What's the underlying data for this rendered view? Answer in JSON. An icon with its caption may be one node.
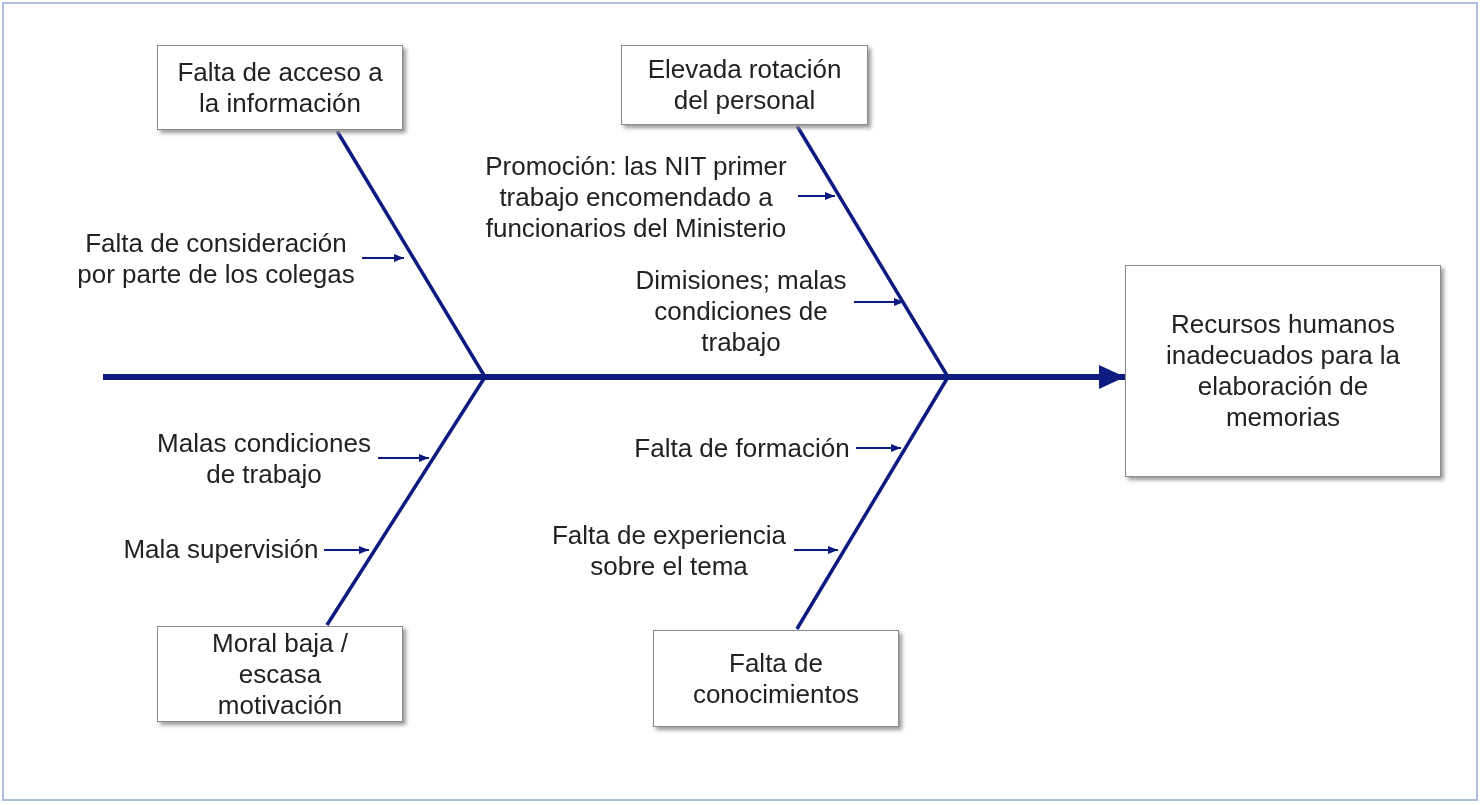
{
  "diagram": {
    "nodes": [
      {
        "text": [
          "Falta de acceso a la información"
        ]
      },
      {
        "text": [
          "Elevada rotación del personal"
        ]
      },
      {
        "text": [
          "Recursos humanos inadecuados para la elaboración de memorias"
        ]
      },
      {
        "text": [
          "Moral baja / escasa motivación"
        ]
      },
      {
        "text": [
          "Falta de conocimientos"
        ]
      },
      {
        "text": [
          "Falta de consideración por parte de los colegas"
        ]
      },
      {
        "text": [
          "Promoción: las NIT primer trabajo encomendado a funcionarios del Ministerio"
        ]
      },
      {
        "text": [
          "Dimisiones; malas condiciones de trabajo"
        ]
      },
      {
        "text": [
          "Malas condiciones de trabajo"
        ]
      },
      {
        "text": [
          "Mala supervisión"
        ]
      },
      {
        "text": [
          "Falta de formación"
        ]
      },
      {
        "text": [
          "Falta de experiencia sobre el tema"
        ]
      }
    ],
    "edges": [
      {
        "from": null,
        "to": 2,
        "arrow": "to",
        "style": "thick"
      },
      {
        "from": 0,
        "to": null,
        "arrow": "none"
      },
      {
        "from": 1,
        "to": null,
        "arrow": "none"
      },
      {
        "from": 3,
        "to": null,
        "arrow": "none"
      },
      {
        "from": 4,
        "to": null,
        "arrow": "none"
      },
      {
        "from": 5,
        "to": null,
        "arrow": "to"
      },
      {
        "from": 6,
        "to": null,
        "arrow": "to"
      },
      {
        "from": 7,
        "to": null,
        "arrow": "to"
      },
      {
        "from": 8,
        "to": null,
        "arrow": "to"
      },
      {
        "from": 9,
        "to": null,
        "arrow": "to"
      },
      {
        "from": 10,
        "to": null,
        "arrow": "to"
      },
      {
        "from": 11,
        "to": null,
        "arrow": "to"
      }
    ]
  }
}
